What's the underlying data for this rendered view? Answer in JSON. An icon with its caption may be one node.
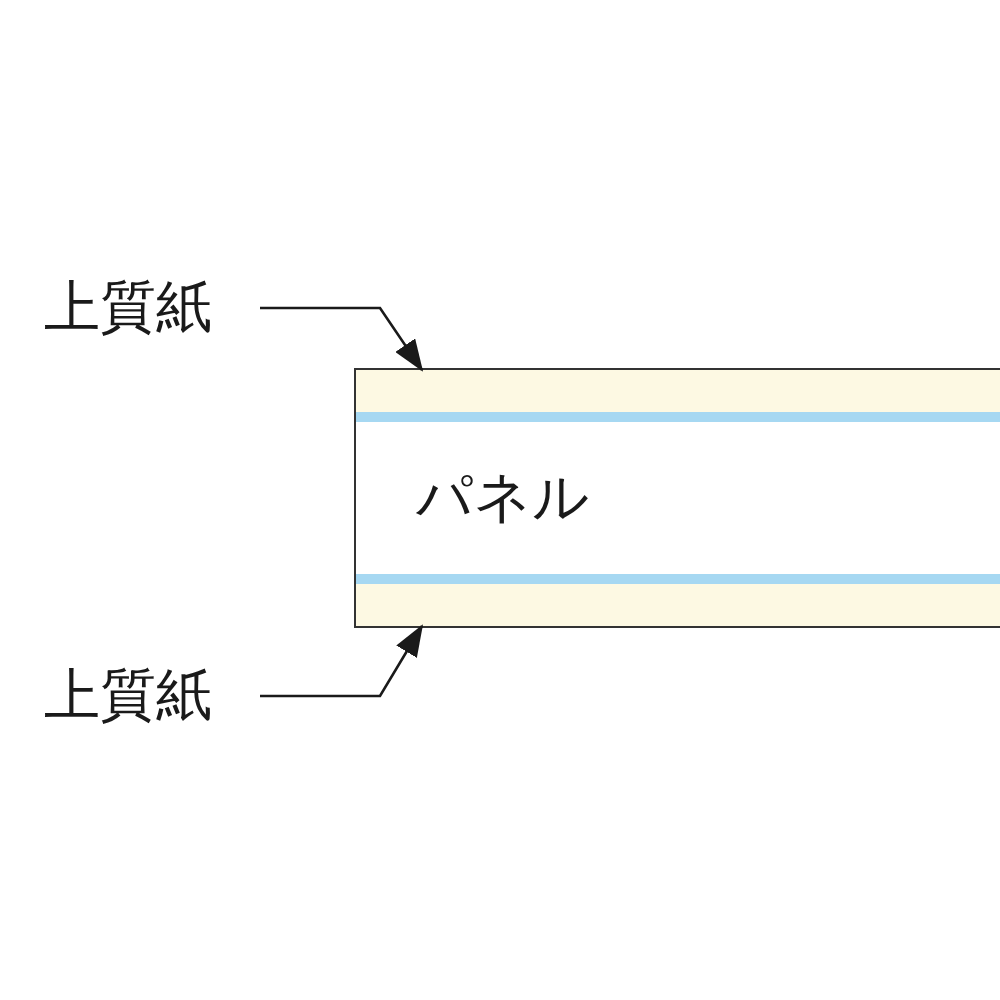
{
  "diagram": {
    "nodes": [
      {
        "text": [
          "上質紙"
        ]
      },
      {
        "text": [],
        "shape": "bar"
      },
      {
        "text": [
          "パネル"
        ]
      },
      {
        "text": [
          "上質紙"
        ]
      },
      {
        "text": [],
        "shape": "bar"
      }
    ],
    "edges": [
      {
        "from": 0,
        "to": 1,
        "arrow": "to"
      },
      {
        "from": 3,
        "to": 4,
        "arrow": "to"
      }
    ]
  }
}
